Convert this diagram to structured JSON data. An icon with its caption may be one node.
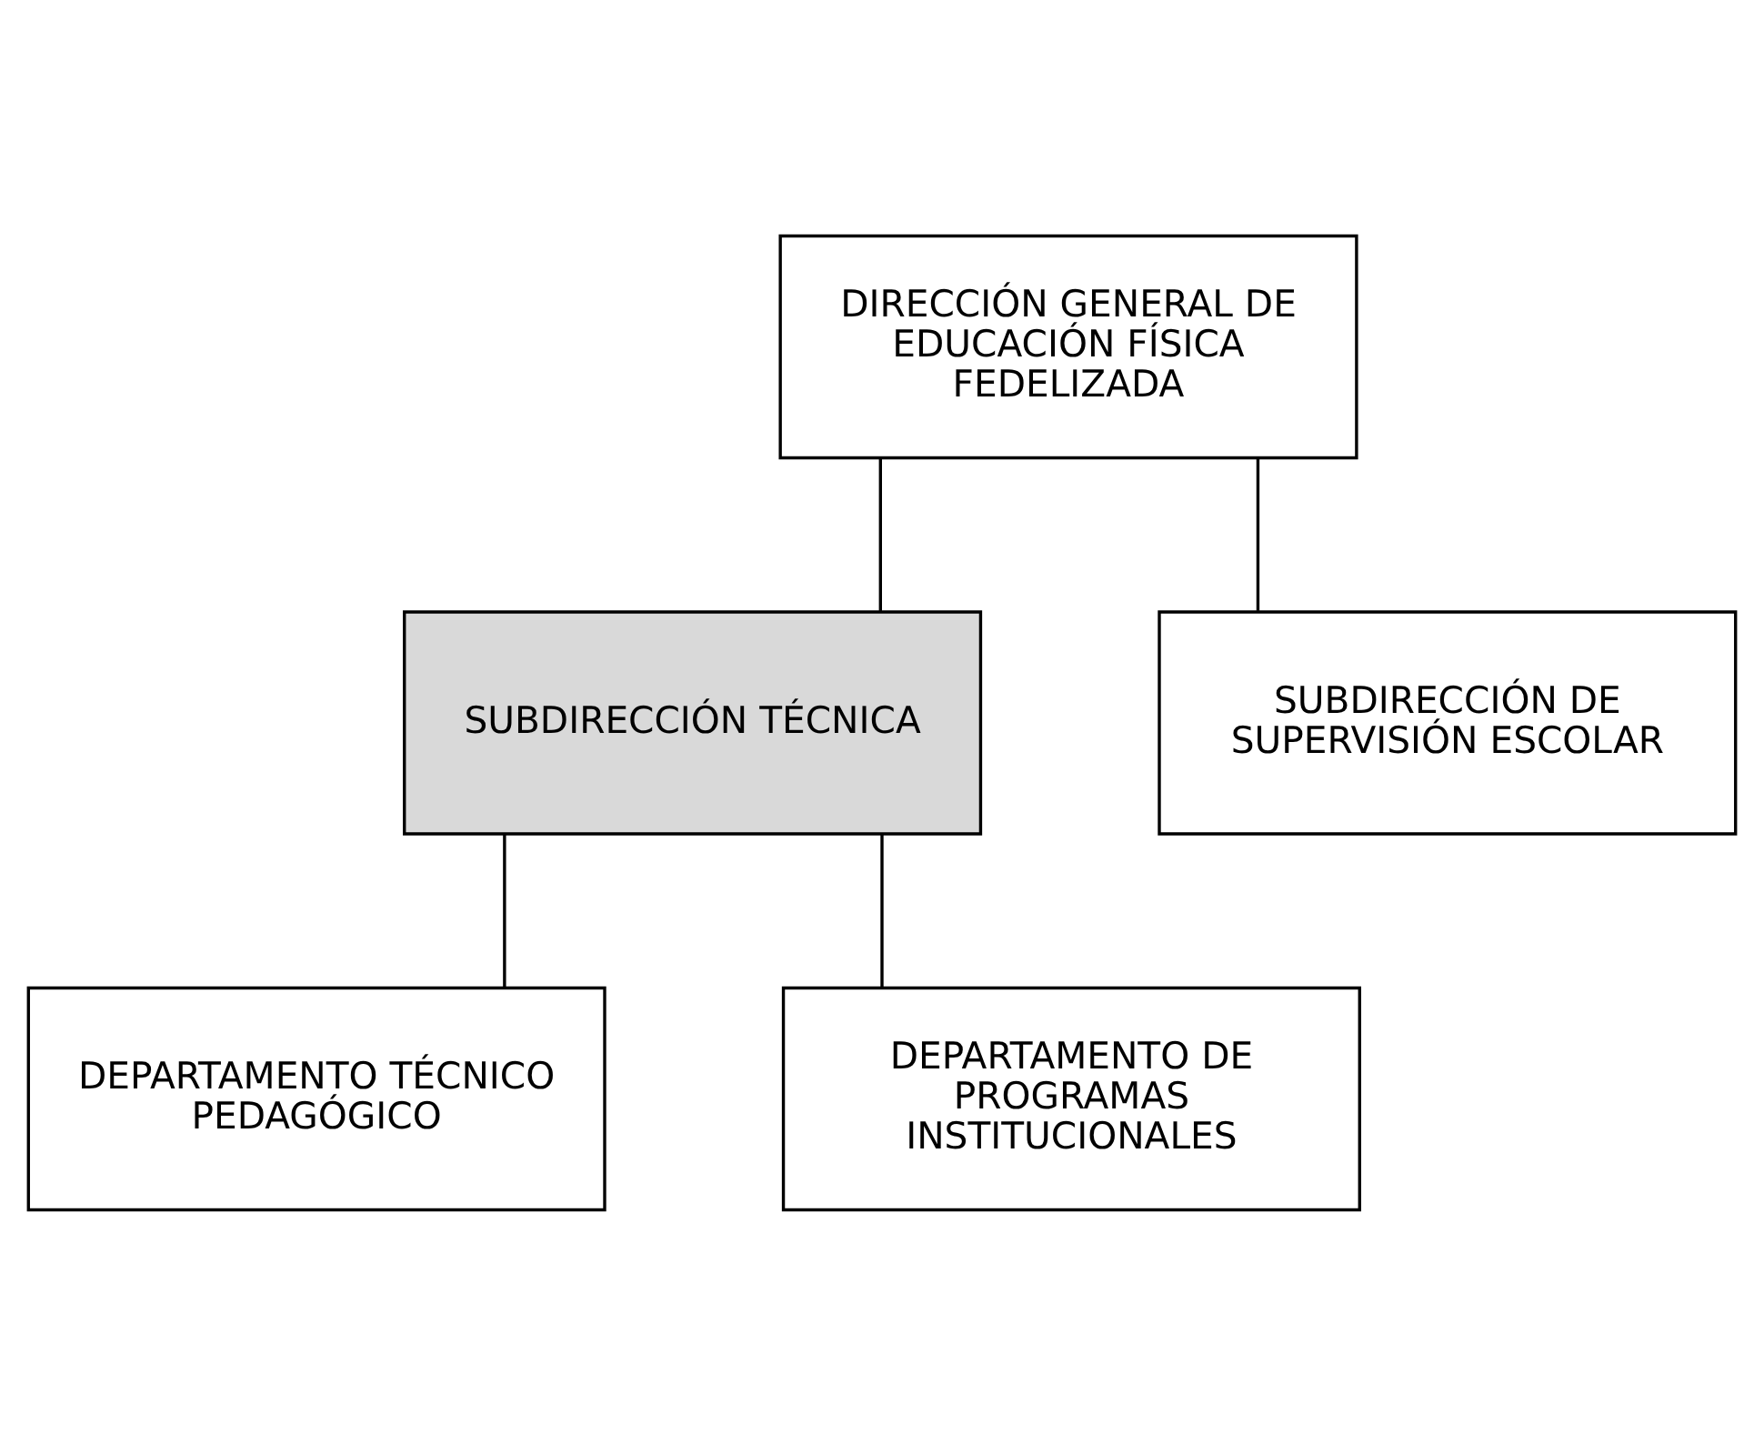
{
  "diagram": {
    "nodes": [
      {
        "text": [
          "DIRECCIÓN GENERAL DE EDUCACIÓN FÍSICA FEDELIZADA"
        ]
      },
      {
        "text": [
          "SUBDIRECCIÓN TÉCNICA"
        ]
      },
      {
        "text": [
          "SUBDIRECCIÓN DE SUPERVISIÓN ESCOLAR"
        ]
      },
      {
        "text": [
          "DEPARTAMENTO TÉCNICO PEDAGÓGICO"
        ]
      },
      {
        "text": [
          "DEPARTAMENTO DE PROGRAMAS INSTITUCIONALES"
        ]
      }
    ],
    "edges": [
      {
        "from": 0,
        "to": 1,
        "arrow": "none"
      },
      {
        "from": 0,
        "to": 2,
        "arrow": "none"
      },
      {
        "from": 1,
        "to": 3,
        "arrow": "none"
      },
      {
        "from": 1,
        "to": 4,
        "arrow": "none"
      }
    ]
  }
}
